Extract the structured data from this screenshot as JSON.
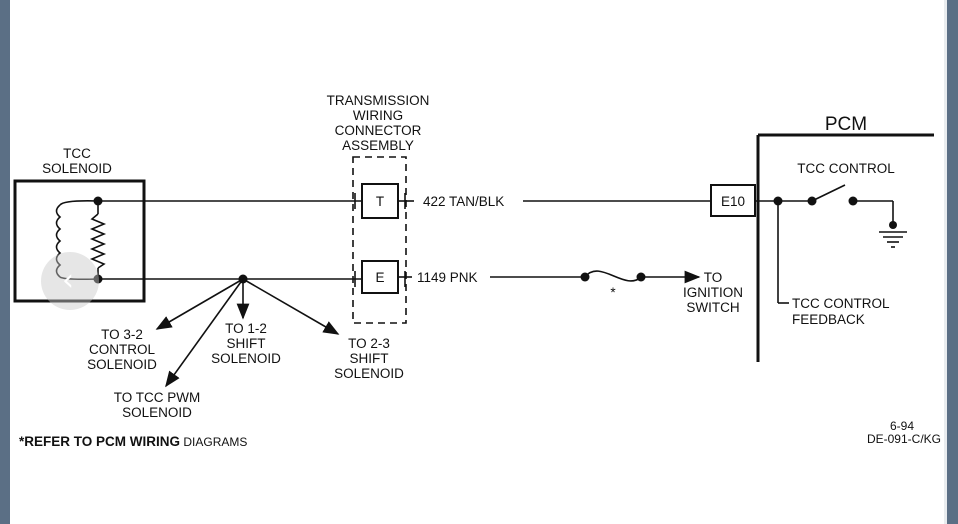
{
  "diagram": {
    "transmission_connector": [
      "TRANSMISSION",
      "WIRING",
      "CONNECTOR",
      "ASSEMBLY"
    ],
    "tcc_solenoid": [
      "TCC",
      "SOLENOID"
    ],
    "pcm_title": "PCM",
    "tcc_control": "TCC CONTROL",
    "pins": {
      "t": "T",
      "e": "E",
      "e10": "E10"
    },
    "wire_422": "422 TAN/BLK",
    "wire_1149": "1149 PNK",
    "fuse_marker": "*",
    "to_ignition": [
      "TO",
      "IGNITION",
      "SWITCH"
    ],
    "feedback": [
      "TCC CONTROL",
      "FEEDBACK"
    ],
    "to_3_2": [
      "TO 3-2",
      "CONTROL",
      "SOLENOID"
    ],
    "to_1_2": [
      "TO 1-2",
      "SHIFT",
      "SOLENOID"
    ],
    "to_2_3": [
      "TO 2-3",
      "SHIFT",
      "SOLENOID"
    ],
    "to_tcc_pwm": [
      "TO TCC PWM",
      "SOLENOID"
    ],
    "footnote_bold": "*REFER TO PCM WIRING",
    "footnote_rest": " DIAGRAMS",
    "ref_code": [
      "6-94",
      "DE-091-C/KG"
    ]
  },
  "viewer": {
    "prev_icon": "‹"
  },
  "colors": {
    "background": "#5b6f85",
    "page": "#ffffff",
    "ink": "#111111"
  }
}
